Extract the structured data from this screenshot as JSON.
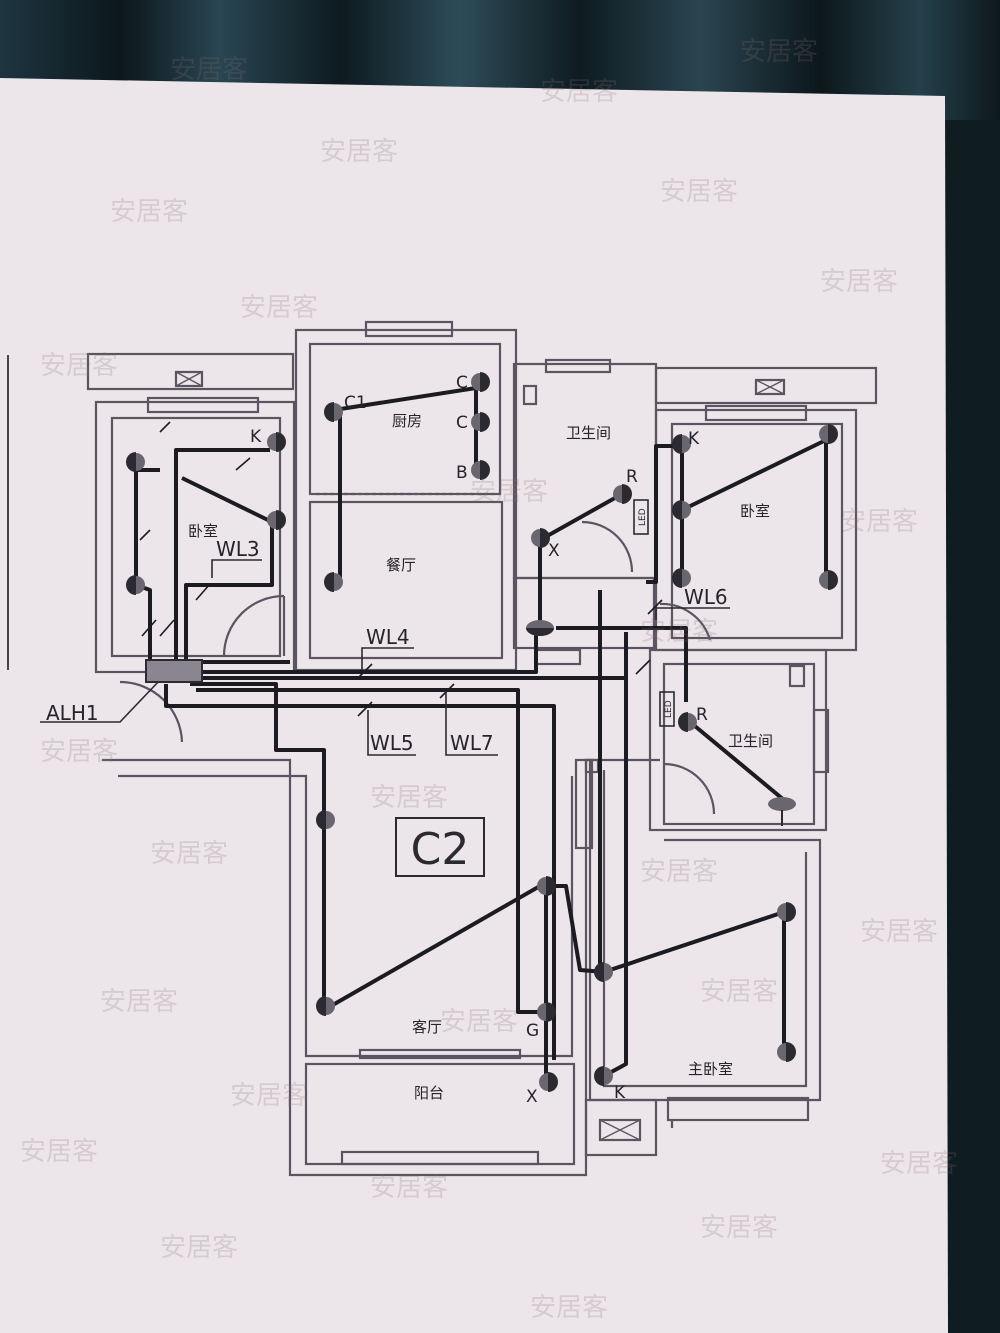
{
  "plan": {
    "title": "C2",
    "panel_label": "ALH1",
    "circuits": [
      "WL3",
      "WL4",
      "WL5",
      "WL6",
      "WL7"
    ],
    "rooms": {
      "bedroom_left": "卧室",
      "kitchen": "厨房",
      "dining": "餐厅",
      "bathroom_upper": "卫生间",
      "bedroom_right": "卧室",
      "bathroom_lower": "卫生间",
      "living": "客厅",
      "balcony": "阳台",
      "master_bedroom": "主卧室"
    },
    "fixture_labels": {
      "kitchen_c1": "C1",
      "kitchen_c_top": "C",
      "kitchen_c_mid": "C",
      "kitchen_b": "B",
      "bedroom_left_k": "K",
      "bedroom_right_k": "K",
      "bath_upper_r": "R",
      "bath_upper_x": "X",
      "bath_upper_led": "LED",
      "bath_lower_r": "R",
      "bath_lower_led": "LED",
      "living_g": "G",
      "balcony_x": "X",
      "master_k": "K"
    }
  },
  "watermark": "安居客",
  "colors": {
    "paper": "#ece6ea",
    "ink": "#1d1b22",
    "wall": "#5a5560",
    "background": "#0f1c22"
  }
}
